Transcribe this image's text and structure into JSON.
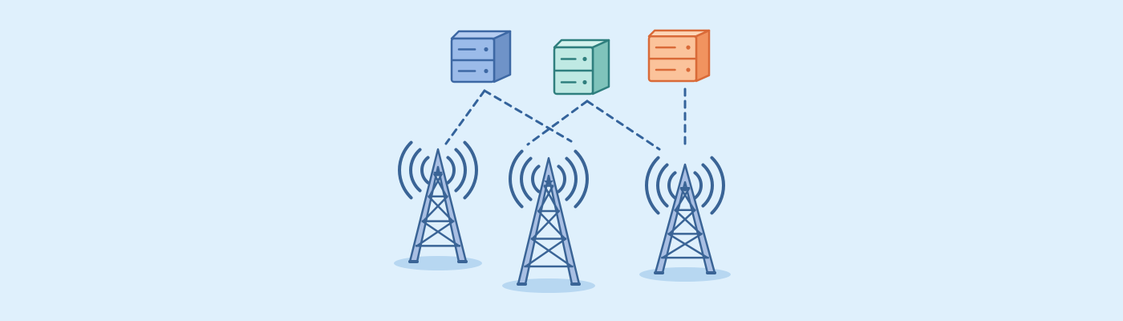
{
  "colors": {
    "background": "#dff0fc",
    "stroke": "#3a6496",
    "link": "#34639b",
    "shadow": "#b7d7f1",
    "tower_fill": "#a9bfe3",
    "server_blue": {
      "front": "#9bbbe9",
      "top": "#b6cdf1",
      "side": "#6f93c8",
      "stroke": "#3d68a4"
    },
    "server_teal": {
      "front": "#bfe9e3",
      "top": "#d5f3ee",
      "side": "#7fc3bb",
      "stroke": "#2f7f7e"
    },
    "server_orange": {
      "front": "#fbc39b",
      "top": "#fdd6b7",
      "side": "#f1935f",
      "stroke": "#d96a38"
    }
  },
  "nodes": {
    "servers": [
      {
        "id": "server-blue",
        "icon": "server-rack-icon",
        "color_key": "server_blue"
      },
      {
        "id": "server-teal",
        "icon": "server-rack-icon",
        "color_key": "server_teal"
      },
      {
        "id": "server-orange",
        "icon": "server-rack-icon",
        "color_key": "server_orange"
      }
    ],
    "towers": [
      {
        "id": "tower-left",
        "icon": "cell-tower-icon",
        "signal": "signal-waves-icon"
      },
      {
        "id": "tower-center",
        "icon": "cell-tower-icon",
        "signal": "signal-waves-icon"
      },
      {
        "id": "tower-right",
        "icon": "cell-tower-icon",
        "signal": "signal-waves-icon"
      }
    ]
  },
  "links": [
    {
      "from": "server-blue",
      "to": "tower-left",
      "style": "dashed"
    },
    {
      "from": "server-blue",
      "to": "tower-center",
      "style": "dashed"
    },
    {
      "from": "server-teal",
      "to": "tower-center",
      "style": "dashed"
    },
    {
      "from": "server-blue",
      "to": "tower-right",
      "style": "dashed"
    },
    {
      "from": "server-orange",
      "to": "tower-right",
      "style": "dashed"
    }
  ]
}
